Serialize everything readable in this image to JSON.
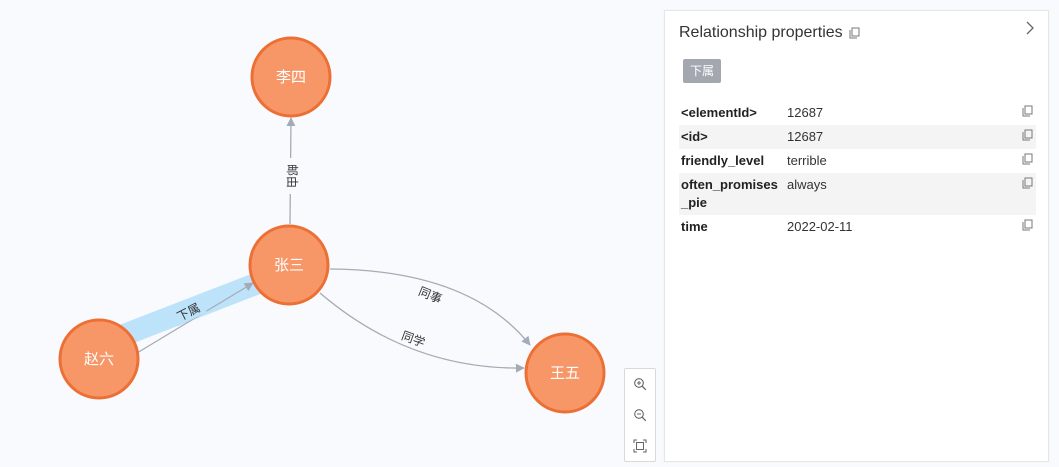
{
  "graph": {
    "nodes": {
      "lisi": "李四",
      "zhangsan": "张三",
      "zhaoliu": "赵六",
      "wangwu": "王五"
    },
    "edges": {
      "zhangsan_lisi": "邮由",
      "zhaoliu_zhangsan": "下属",
      "zhangsan_wangwu_colleague": "同事",
      "zhangsan_wangwu_classmate": "同学"
    },
    "colors": {
      "node_fill": "#f79767",
      "node_stroke": "#ec6f35",
      "edge": "#a5abb6",
      "selection": "#bde3fb"
    },
    "selected_edge": "zhaoliu_zhangsan"
  },
  "toolbar": {
    "zoom_in_icon": "zoom-in-icon",
    "zoom_out_icon": "zoom-out-icon",
    "fit_icon": "fit-screen-icon"
  },
  "panel": {
    "title": "Relationship properties",
    "type_badge": "下属",
    "properties": [
      {
        "key": "<elementId>",
        "value": "12687"
      },
      {
        "key": "<id>",
        "value": "12687"
      },
      {
        "key": "friendly_level",
        "value": "terrible"
      },
      {
        "key": "often_promises_pie",
        "value": "always"
      },
      {
        "key": "time",
        "value": "2022-02-11"
      }
    ]
  }
}
